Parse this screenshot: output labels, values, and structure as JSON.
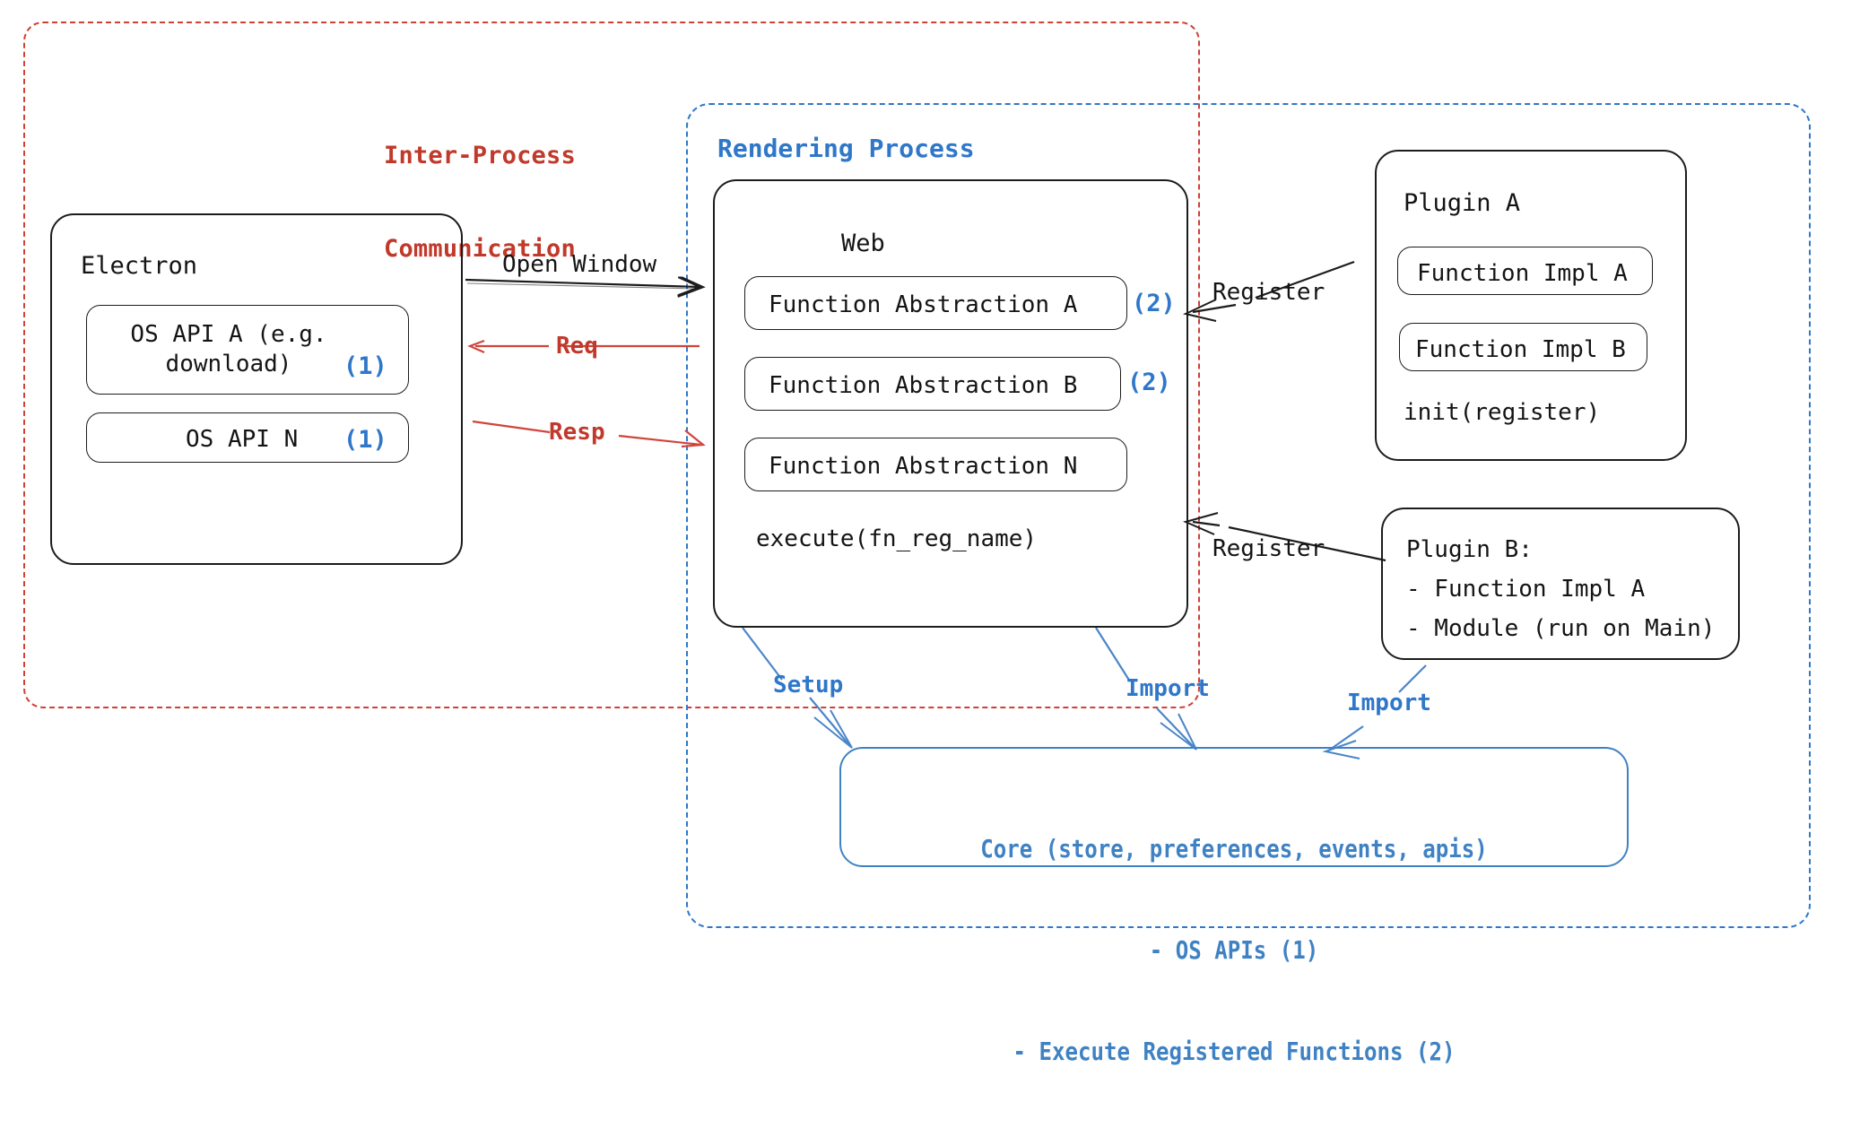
{
  "diagram": {
    "title_hint": "Electron plugin architecture — IPC, Rendering Process, Plugins, Core",
    "colors": {
      "red": "#c0392b",
      "blue": "#2f77c9",
      "core_blue": "#3f82c4",
      "black": "#141414"
    }
  },
  "ipc": {
    "label_line1": "Inter-Process",
    "label_line2": "Communication"
  },
  "rendering": {
    "label": "Rendering Process"
  },
  "electron": {
    "title": "Electron",
    "apis": [
      {
        "label": "OS API A (e.g.\ndownload)",
        "marker": "(1)"
      },
      {
        "label": "OS API N",
        "marker": "(1)"
      }
    ]
  },
  "web": {
    "title": "Web",
    "functions": [
      {
        "label": "Function Abstraction A",
        "marker": "(2)"
      },
      {
        "label": "Function Abstraction B",
        "marker": "(2)"
      },
      {
        "label": "Function Abstraction N",
        "marker": ""
      }
    ],
    "footer": "execute(fn_reg_name)"
  },
  "plugin_a": {
    "title": "Plugin A",
    "items": [
      "Function Impl A",
      "Function Impl B"
    ],
    "footer": "init(register)"
  },
  "plugin_b": {
    "title": "Plugin B:",
    "items": [
      "- Function Impl A",
      "- Module (run on Main)"
    ]
  },
  "core": {
    "line1": "Core (store, preferences, events, apis)",
    "line2": "- OS APIs (1)",
    "line3": "- Execute Registered Functions (2)"
  },
  "arrows": {
    "open_window": "Open Window",
    "req": "Req",
    "resp": "Resp",
    "register_a": "Register",
    "register_b": "Register",
    "setup": "Setup",
    "import_web": "Import",
    "import_plugin_b": "Import"
  }
}
